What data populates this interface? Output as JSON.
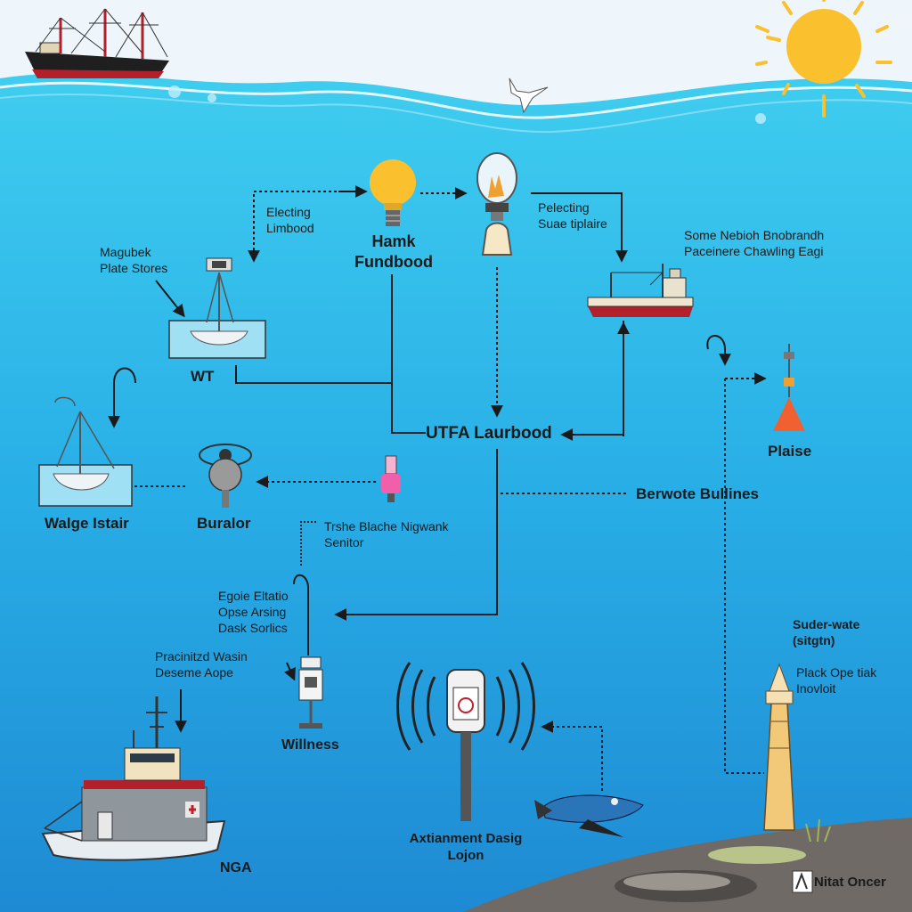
{
  "labels": {
    "electing": [
      "Electing",
      "Limbood"
    ],
    "hamk": [
      "Hamk",
      "Fundbood"
    ],
    "pelecting": [
      "Pelecting",
      "Suae tiplaire"
    ],
    "some_nebioh": [
      "Some Nebioh Bnobrandh",
      "Paceinere Chawling Eagi"
    ],
    "magubek": [
      "Magubek",
      "Plate Stores"
    ],
    "wt": "WT",
    "utfa": "UTFA Laurbood",
    "plaise": "Plaise",
    "walge": "Walge Istair",
    "buralor": "Buralor",
    "berwote": "Berwote Bullines",
    "trshe": [
      "Trshe Blache Nigwank",
      "Senitor"
    ],
    "egoie": [
      "Egoie Eltatio",
      "Opse Arsing",
      "Dask Sorlics"
    ],
    "suder": [
      "Suder-wate",
      "(sitgtn)"
    ],
    "placinitzd": [
      "Pracinitzd Wasin",
      "Deseme Aope"
    ],
    "black": [
      "Plack Ope tiak",
      "Inovloit"
    ],
    "willness": "Willness",
    "axtianment": [
      "Axtianment Dasig",
      "Lojon"
    ],
    "nga": "NGA",
    "watermark": "Nitat Oncer"
  },
  "colors": {
    "sky": "#eef6fb",
    "water_top": "#33c4ec",
    "water_bottom": "#1f8fd6",
    "sun": "#fbc02d",
    "seabed": "#6f6a66",
    "arrow": "#1a1a1a",
    "hull_red": "#b3202a"
  },
  "icons": [
    "ship-icon",
    "sun-icon",
    "seagull-icon",
    "lightbulb-icon",
    "lamp-icon",
    "platform-icon",
    "cargo-ship-icon",
    "buoy-icon",
    "sailboat-icon",
    "sensor-icon",
    "flask-icon",
    "probe-icon",
    "wave-sensor-icon",
    "diver-icon",
    "lighthouse-icon",
    "boat-icon"
  ]
}
